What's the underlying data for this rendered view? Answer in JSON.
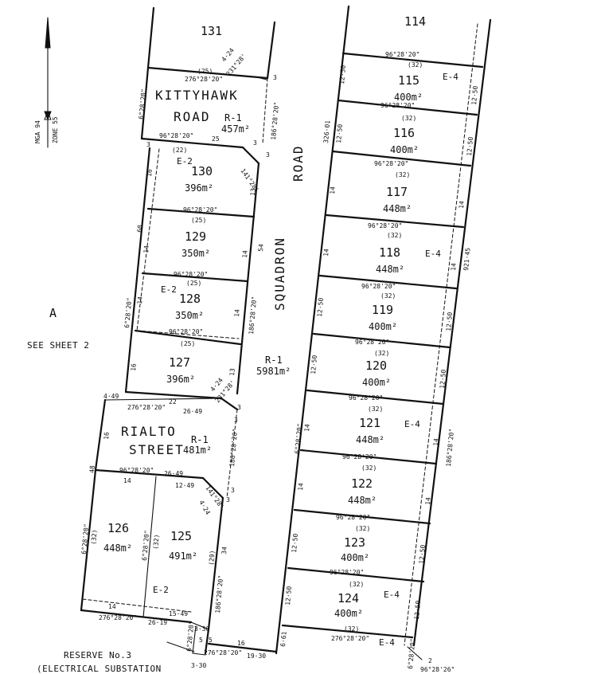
{
  "north_arrow": {
    "label1": "MGA 94",
    "label2": "ZONE 55"
  },
  "adjacent": {
    "lot_131": "131",
    "lot_114": "114",
    "a": "A",
    "see_sheet": "SEE SHEET 2"
  },
  "roads": {
    "kittyhawk_1": "KITTYHAWK",
    "kittyhawk_2": "ROAD",
    "kittyhawk_r": "R-1",
    "kittyhawk_area": "457m²",
    "squadron_road": "ROAD",
    "squadron": "SQUADRON",
    "squadron_r": "R-1",
    "squadron_area": "5981m²",
    "rialto_1": "RIALTO",
    "rialto_2": "STREET",
    "rialto_r": "R-1",
    "rialto_area": "481m²"
  },
  "lots": [
    {
      "num": "130",
      "area": "396m²"
    },
    {
      "num": "129",
      "area": "350m²"
    },
    {
      "num": "128",
      "area": "350m²"
    },
    {
      "num": "127",
      "area": "396m²"
    },
    {
      "num": "126",
      "area": "448m²"
    },
    {
      "num": "125",
      "area": "491m²"
    },
    {
      "num": "115",
      "area": "400m²"
    },
    {
      "num": "116",
      "area": "400m²"
    },
    {
      "num": "117",
      "area": "448m²"
    },
    {
      "num": "118",
      "area": "448m²"
    },
    {
      "num": "119",
      "area": "400m²"
    },
    {
      "num": "120",
      "area": "400m²"
    },
    {
      "num": "121",
      "area": "448m²"
    },
    {
      "num": "122",
      "area": "448m²"
    },
    {
      "num": "123",
      "area": "400m²"
    },
    {
      "num": "124",
      "area": "400m²"
    }
  ],
  "bearings": {
    "b96": "96°28'20\"",
    "b276": "276°28'20\"",
    "b6": "6°28'20\"",
    "b186": "186°28'20\"",
    "b231": "231°28'",
    "b141": "141°28'",
    "b96_26": "96°28'26\""
  },
  "dims": {
    "d25p": "(25)",
    "d22p": "(22)",
    "d32p": "(32)",
    "d29p": "(29)",
    "d25": "25",
    "d22": "22",
    "d16": "16",
    "d14": "14",
    "d13": "13",
    "d54": "54",
    "d60": "60",
    "d48": "48",
    "d34": "34",
    "d3": "3",
    "d5": "5",
    "d1250": "12·50",
    "d1249": "12·49",
    "d2649": "26·49",
    "d2619": "26·19",
    "d1549": "15·49",
    "d1930": "19·30",
    "d330": "3·30",
    "d449": "4·49",
    "d424": "4·24",
    "d32601": "326·01",
    "d92145": "921·45",
    "d661": "6·61",
    "d2": "2"
  },
  "easements": {
    "e2": "E-2",
    "e4": "E-4"
  },
  "reserve": {
    "line1": "RESERVE No.3",
    "line2": "(ELECTRICAL SUBSTATION"
  }
}
